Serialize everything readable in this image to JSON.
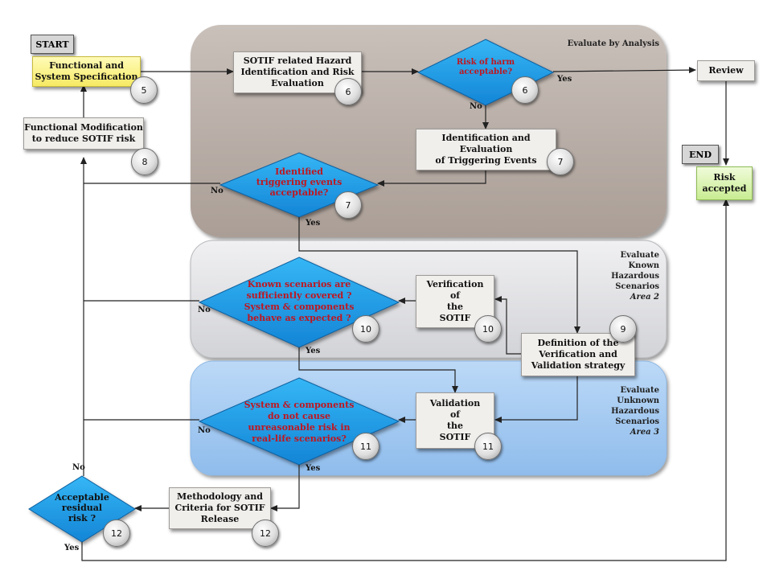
{
  "areas": {
    "analysis": "Evaluate by Analysis",
    "known": [
      "Evaluate",
      "Known",
      "Hazardous",
      "Scenarios"
    ],
    "known_area": "Area 2",
    "unknown": [
      "Evaluate",
      "Unknown",
      "Hazardous",
      "Scenarios"
    ],
    "unknown_area": "Area 3"
  },
  "terminals": {
    "start": "START",
    "end": "END"
  },
  "boxes": {
    "functional_spec": [
      "Functional and",
      "System Specification"
    ],
    "functional_mod": [
      "Functional Modification",
      "to reduce SOTIF risk"
    ],
    "hazard_id": [
      "SOTIF related Hazard",
      "Identification and Risk",
      "Evaluation"
    ],
    "triggering_events": [
      "Identification and Evaluation",
      "of Triggering Events"
    ],
    "review": "Review",
    "risk_accepted": [
      "Risk",
      "accepted"
    ],
    "verification": [
      "Verification",
      "of",
      "the",
      "SOTIF"
    ],
    "vv_strategy": [
      "Definition of the",
      "Verification and",
      "Validation strategy"
    ],
    "validation": [
      "Validation",
      "of",
      "the",
      "SOTIF"
    ],
    "methodology": [
      "Methodology and",
      "Criteria for SOTIF",
      "Release"
    ]
  },
  "decisions": {
    "risk_of_harm": [
      "Risk of harm",
      "acceptable?"
    ],
    "identified_events": [
      "Identified",
      "triggering events",
      "acceptable?"
    ],
    "known_scenarios": [
      "Known scenarios are",
      "sufficiently covered ?",
      "System & components",
      "behave as expected ?"
    ],
    "unknown_risk": [
      "System & components",
      "do not cause",
      "unreasonable risk in",
      "real-life scenarios?"
    ],
    "residual": [
      "Acceptable",
      "residual",
      "risk ?"
    ]
  },
  "numbers": {
    "spec": "5",
    "hazard": "6",
    "risk_dec": "6",
    "mod": "8",
    "trig": "7",
    "ident_dec": "7",
    "vv": "9",
    "verif": "10",
    "known_dec": "10",
    "valid": "11",
    "unknown_dec": "11",
    "meth": "12",
    "residual_dec": "12"
  },
  "flow_labels": {
    "yes_risk": "Yes",
    "no_risk": "No",
    "no_ident": "No",
    "yes_ident": "Yes",
    "no_known": "No",
    "yes_known": "Yes",
    "no_unknown": "No",
    "yes_unknown": "Yes",
    "no_residual": "No",
    "yes_residual": "Yes"
  },
  "colors": {
    "analysis_bg": "#b9aea7",
    "known_bg": "#e2e3e6",
    "unknown_bg": "#a9cdf3",
    "spec_fill": "#fdf58e",
    "accepted_fill": "#dcf4b4",
    "diamond_fill": "#1f9fe6",
    "question_text": "#c0161f"
  }
}
